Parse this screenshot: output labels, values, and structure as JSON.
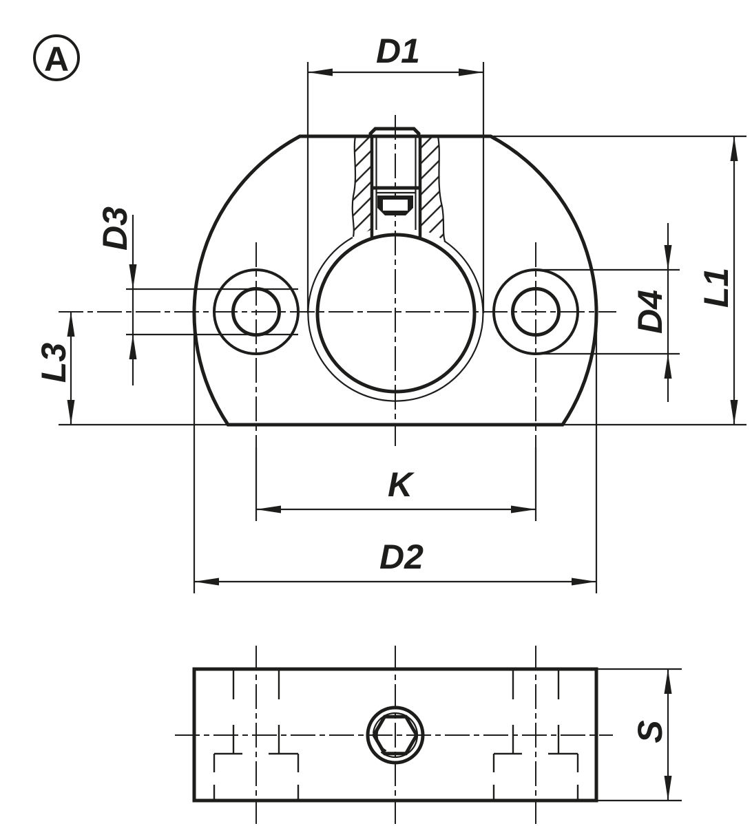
{
  "drawing": {
    "title": "flange-mounting-bush-technical-drawing",
    "detail_marker": {
      "label": "A"
    },
    "front_view": {
      "dimensions": {
        "d1": "D1",
        "d2": "D2",
        "d3": "D3",
        "d4": "D4",
        "k": "K",
        "l1": "L1",
        "l3": "L3"
      }
    },
    "side_view": {
      "dimensions": {
        "s": "S"
      }
    },
    "colors": {
      "ink": "#1d1d1b",
      "background": "#ffffff"
    }
  }
}
